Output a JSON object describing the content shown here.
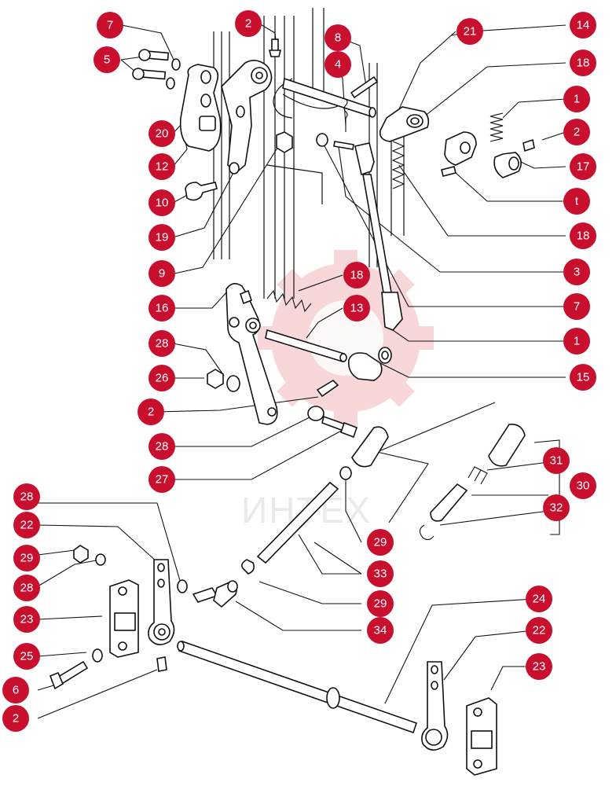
{
  "watermark": {
    "text": "ИНТЕХ",
    "color": "#f2b7b7"
  },
  "badge_color": "#c8102e",
  "callouts": [
    {
      "label": "7"
    },
    {
      "label": "5"
    },
    {
      "label": "2"
    },
    {
      "label": "8"
    },
    {
      "label": "4"
    },
    {
      "label": "21"
    },
    {
      "label": "14"
    },
    {
      "label": "18"
    },
    {
      "label": "1"
    },
    {
      "label": "2"
    },
    {
      "label": "17"
    },
    {
      "label": "t"
    },
    {
      "label": "20"
    },
    {
      "label": "12"
    },
    {
      "label": "10"
    },
    {
      "label": "19"
    },
    {
      "label": "9"
    },
    {
      "label": "18"
    },
    {
      "label": "3"
    },
    {
      "label": "18"
    },
    {
      "label": "16"
    },
    {
      "label": "13"
    },
    {
      "label": "7"
    },
    {
      "label": "1"
    },
    {
      "label": "28"
    },
    {
      "label": "26"
    },
    {
      "label": "15"
    },
    {
      "label": "2"
    },
    {
      "label": "28"
    },
    {
      "label": "27"
    },
    {
      "label": "31"
    },
    {
      "label": "30"
    },
    {
      "label": "32"
    },
    {
      "label": "28"
    },
    {
      "label": "22"
    },
    {
      "label": "29"
    },
    {
      "label": "29"
    },
    {
      "label": "28"
    },
    {
      "label": "33"
    },
    {
      "label": "23"
    },
    {
      "label": "29"
    },
    {
      "label": "34"
    },
    {
      "label": "24"
    },
    {
      "label": "25"
    },
    {
      "label": "22"
    },
    {
      "label": "6"
    },
    {
      "label": "23"
    },
    {
      "label": "2"
    }
  ]
}
